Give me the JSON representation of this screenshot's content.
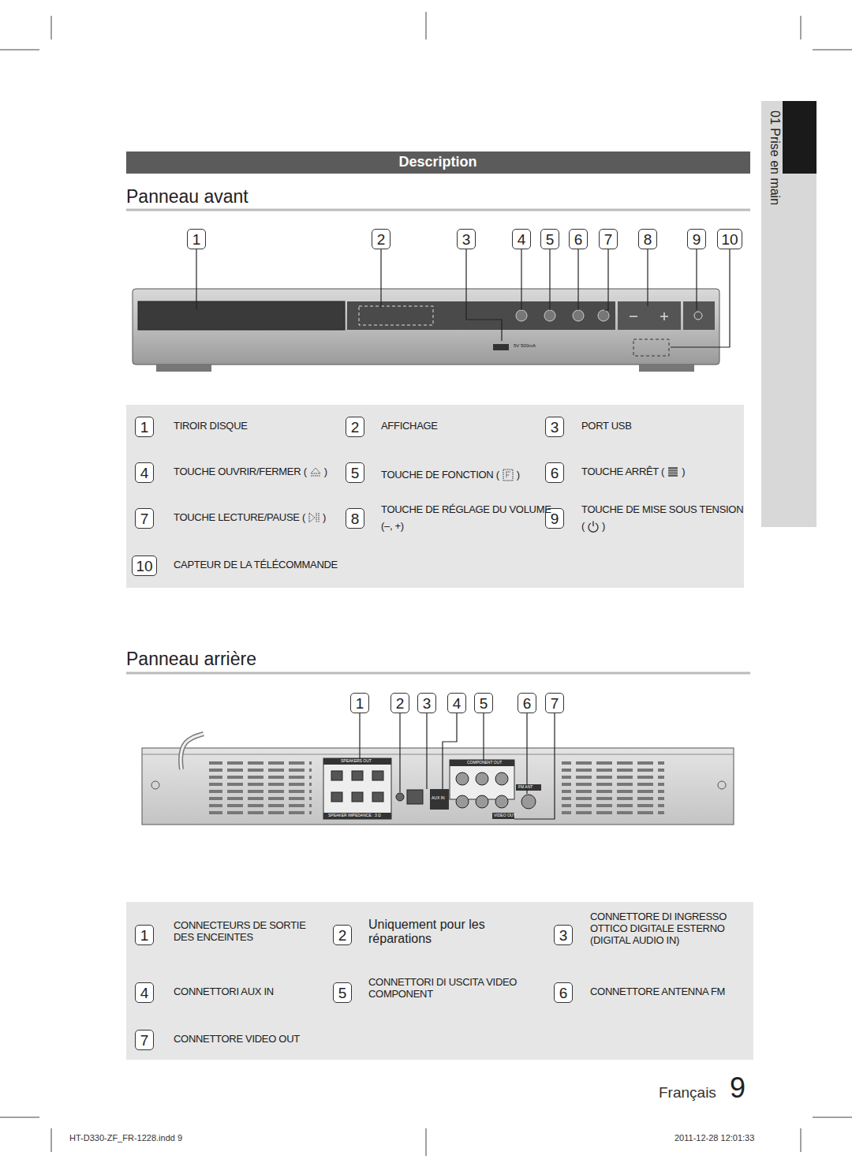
{
  "diagram": {
    "title": "Description",
    "nodes": [
      {
        "text": [
          "1"
        ]
      },
      {
        "text": [
          "2"
        ]
      },
      {
        "text": [
          "3"
        ]
      },
      {
        "text": [
          "4"
        ]
      },
      {
        "text": [
          "5"
        ]
      },
      {
        "text": [
          "6"
        ]
      },
      {
        "text": [
          "7"
        ]
      },
      {
        "text": [
          "8"
        ]
      },
      {
        "text": [
          "9"
        ]
      },
      {
        "text": [
          "10"
        ]
      },
      {
        "text": [
          "1"
        ]
      },
      {
        "text": [
          "2"
        ]
      },
      {
        "text": [
          "3"
        ]
      },
      {
        "text": [
          "4"
        ]
      },
      {
        "text": [
          "5"
        ]
      },
      {
        "text": [
          "6"
        ]
      },
      {
        "text": [
          "7"
        ]
      },
      {
        "text": [
          "8"
        ]
      },
      {
        "text": [
          "9"
        ]
      },
      {
        "text": [
          "10"
        ]
      },
      {
        "text": [
          "1"
        ]
      },
      {
        "text": [
          "2"
        ]
      },
      {
        "text": [
          "3"
        ]
      },
      {
        "text": [
          "4"
        ]
      },
      {
        "text": [
          "5"
        ]
      },
      {
        "text": [
          "6"
        ]
      },
      {
        "text": [
          "7"
        ]
      },
      {
        "text": [
          "1"
        ]
      },
      {
        "text": [
          "2"
        ]
      },
      {
        "text": [
          "3"
        ]
      },
      {
        "text": [
          "4"
        ]
      },
      {
        "text": [
          "5"
        ]
      },
      {
        "text": [
          "6"
        ]
      },
      {
        "text": [
          "7"
        ]
      }
    ],
    "labels": [
      "Panneau avant",
      "5V 500mA",
      "TIROIR DISQUE",
      "AFFICHAGE",
      "PORT USB",
      "TOUCHE OUVRIR/FERMER (",
      ")",
      "TOUCHE DE FONCTION (",
      ")",
      "TOUCHE ARRÊT (",
      ")",
      "TOUCHE LECTURE/PAUSE (",
      ")",
      "TOUCHE DE RÉGLAGE DU VOLUME",
      "(–, +)",
      "TOUCHE DE MISE SOUS TENSION",
      "(",
      ")",
      "CAPTEUR DE LA TÉLÉCOMMANDE",
      "Panneau arrière",
      "SPEAKERS OUT",
      "COMPONENT OUT",
      "FM ANT",
      "AUX IN",
      "VIDEO OUT",
      "SPEAKER IMPEDANCE : 3 Ω",
      "CONNECTEURS DE SORTIE DES ENCEINTES",
      "Uniquement pour les réparations",
      "CONNETTORE DI INGRESSO OTTICO DIGITALE ESTERNO (DIGITAL AUDIO IN)",
      "CONNETTORI AUX IN",
      "CONNETTORI DI USCITA VIDEO COMPONENT",
      "CONNETTORE ANTENNA FM",
      "CONNETTORE VIDEO OUT",
      "01 Prise en main",
      "Français",
      "9",
      "HT-D330-ZF_FR-1228.indd 9",
      "2011-12-28 12:01:33"
    ]
  }
}
